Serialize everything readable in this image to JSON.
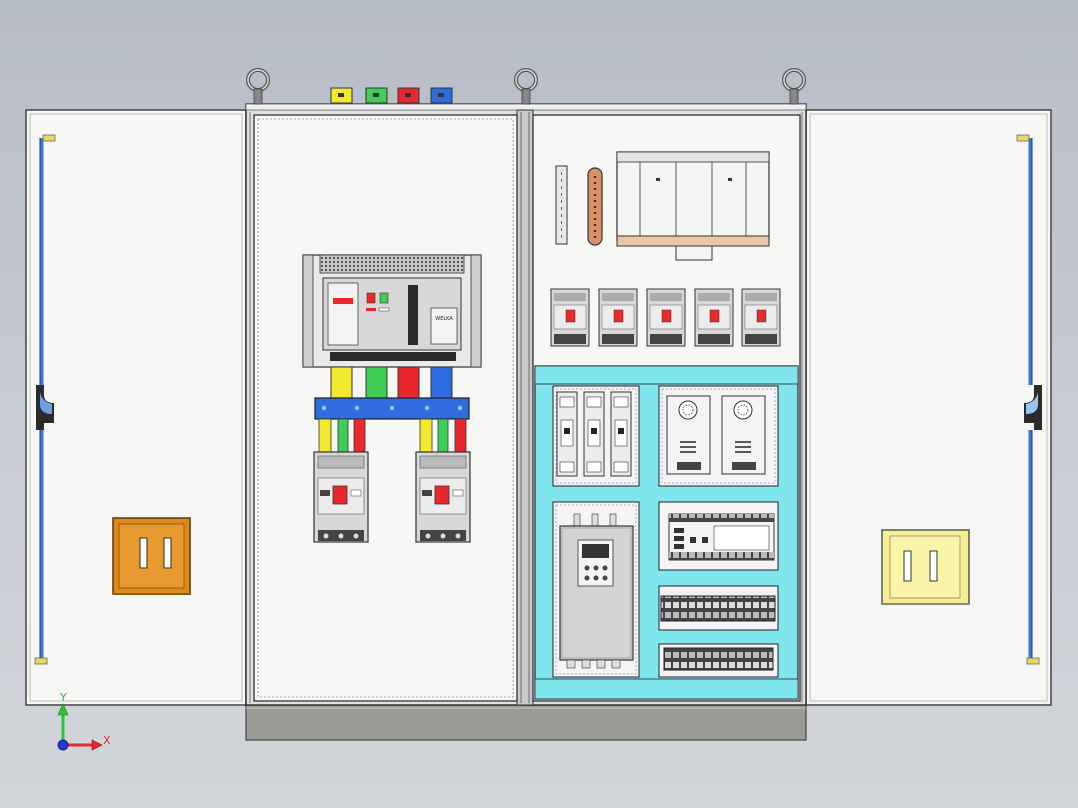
{
  "diagram": {
    "breaker_label": "WELKA",
    "axis": {
      "y_label": "Y",
      "x_label": "X"
    }
  },
  "colors": {
    "background_top": "#b6bcc6",
    "door_panel": "#f6f6f4",
    "cabinet_frame": "#dfe1e0",
    "cyan_tray": "#7fe6ee",
    "phase_yellow": "#f2ea2e",
    "phase_green": "#3fcf57",
    "phase_red": "#e8282c",
    "phase_blue": "#2f6cde",
    "busbar_blue": "#2f6cde",
    "door_lock_left": "#dd8a1c",
    "door_lock_right": "#f6ef8c",
    "door_rod": "#3a78d8",
    "plinth": "#9a9a94",
    "breaker_body": "#d8d8d8"
  }
}
